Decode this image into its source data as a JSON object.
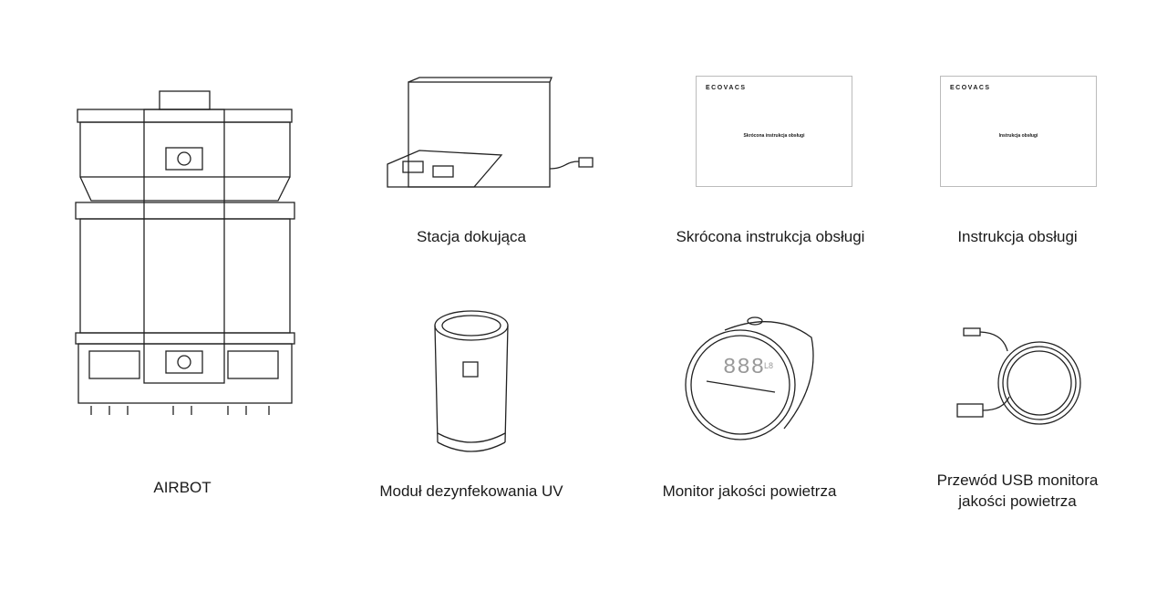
{
  "items": [
    {
      "label": "AIRBOT"
    },
    {
      "label": "Stacja dokująca"
    },
    {
      "label": "Skrócona instrukcja obsługi",
      "cover_brand": "ECOVACS",
      "cover_title": "Skrócona instrukcja obsługi"
    },
    {
      "label": "Instrukcja obsługi",
      "cover_brand": "ECOVACS",
      "cover_title": "Instrukcja obsługi"
    },
    {
      "label": "Moduł dezynfekowania UV"
    },
    {
      "label": "Monitor jakości powietrza",
      "display_digits": "888",
      "display_small": "L8"
    },
    {
      "label_line1": "Przewód USB monitora",
      "label_line2": "jakości powietrza"
    }
  ]
}
